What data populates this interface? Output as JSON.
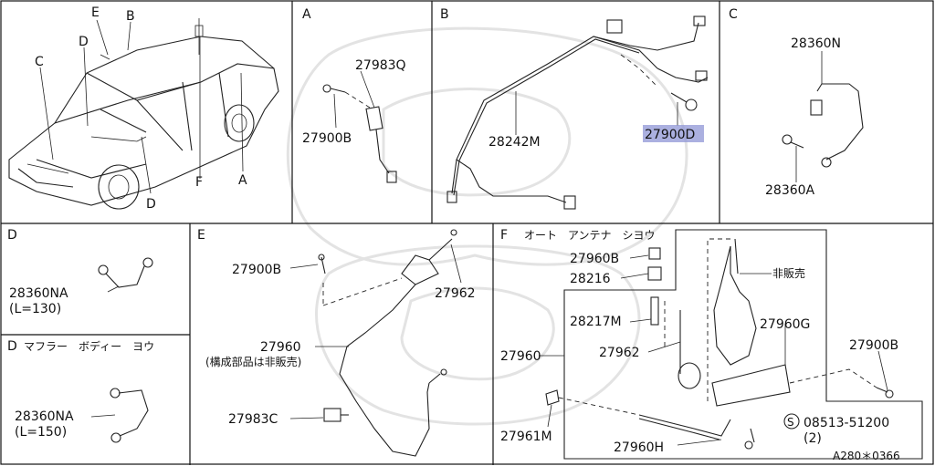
{
  "panels": {
    "A": {
      "letter": "A",
      "labels": [
        "27983Q",
        "27900B"
      ]
    },
    "B": {
      "letter": "B",
      "labels": [
        "28242M",
        "27900D"
      ]
    },
    "C": {
      "letter": "C",
      "labels": [
        "28360N",
        "28360A"
      ]
    },
    "D1": {
      "letter": "D",
      "labels": [
        "28360NA",
        "(L=130)"
      ]
    },
    "D2": {
      "letter": "D",
      "title": "マフラー　ボディー　ヨウ",
      "labels": [
        "28360NA",
        "(L=150)"
      ]
    },
    "E": {
      "letter": "E",
      "labels": [
        "27900B",
        "27962",
        "27960",
        "(構成部品は非販売)",
        "27983C"
      ]
    },
    "F": {
      "letter": "F",
      "title": "オート　アンテナ　シヨウ",
      "labels": [
        "27960B",
        "28216",
        "28217M",
        "27962",
        "27960",
        "27961M",
        "27960H",
        "非販売",
        "27960G",
        "27900B",
        "08513-51200",
        "(2)"
      ],
      "screw_symbol": "S"
    }
  },
  "overview": {
    "callouts": [
      "E",
      "B",
      "D",
      "C",
      "D",
      "F",
      "A"
    ]
  },
  "footer": {
    "code": "A280＊0366"
  },
  "highlight": {
    "part": "27900D",
    "color": "#8f95d6"
  }
}
